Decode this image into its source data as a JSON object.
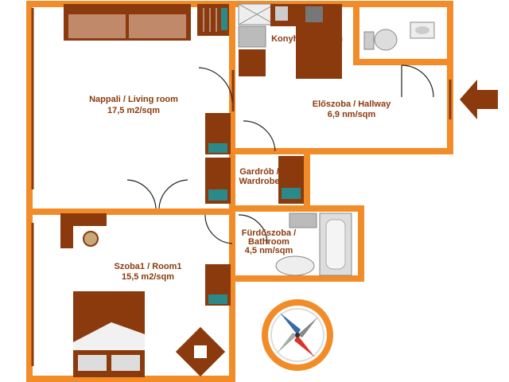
{
  "colors": {
    "wall": "#f28c28",
    "wall_dark": "#8b3a0e",
    "furniture": "#8b3a0e",
    "floor": "#ffffff",
    "accent_teal": "#2a8a8a"
  },
  "rooms": {
    "living": {
      "name": "Nappali / Living room",
      "area": "17,5 m2/sqm"
    },
    "kitchen": {
      "name": "Konyha / Kitchen"
    },
    "hallway": {
      "name": "Előszoba / Hallway",
      "area": "6,9 nm/sqm"
    },
    "wardrobe": {
      "name_line1": "Gardrób /",
      "name_line2": "Wardrobe"
    },
    "bathroom": {
      "name_line1": "Fürdőszoba /",
      "name_line2": "Bathroom",
      "area": "4,5 nm/sqm"
    },
    "room1": {
      "name": "Szoba1 / Room1",
      "area": "15,5 m2/sqm"
    }
  },
  "icons": {
    "entrance": "entrance-arrow-icon",
    "compass": "compass-icon"
  }
}
